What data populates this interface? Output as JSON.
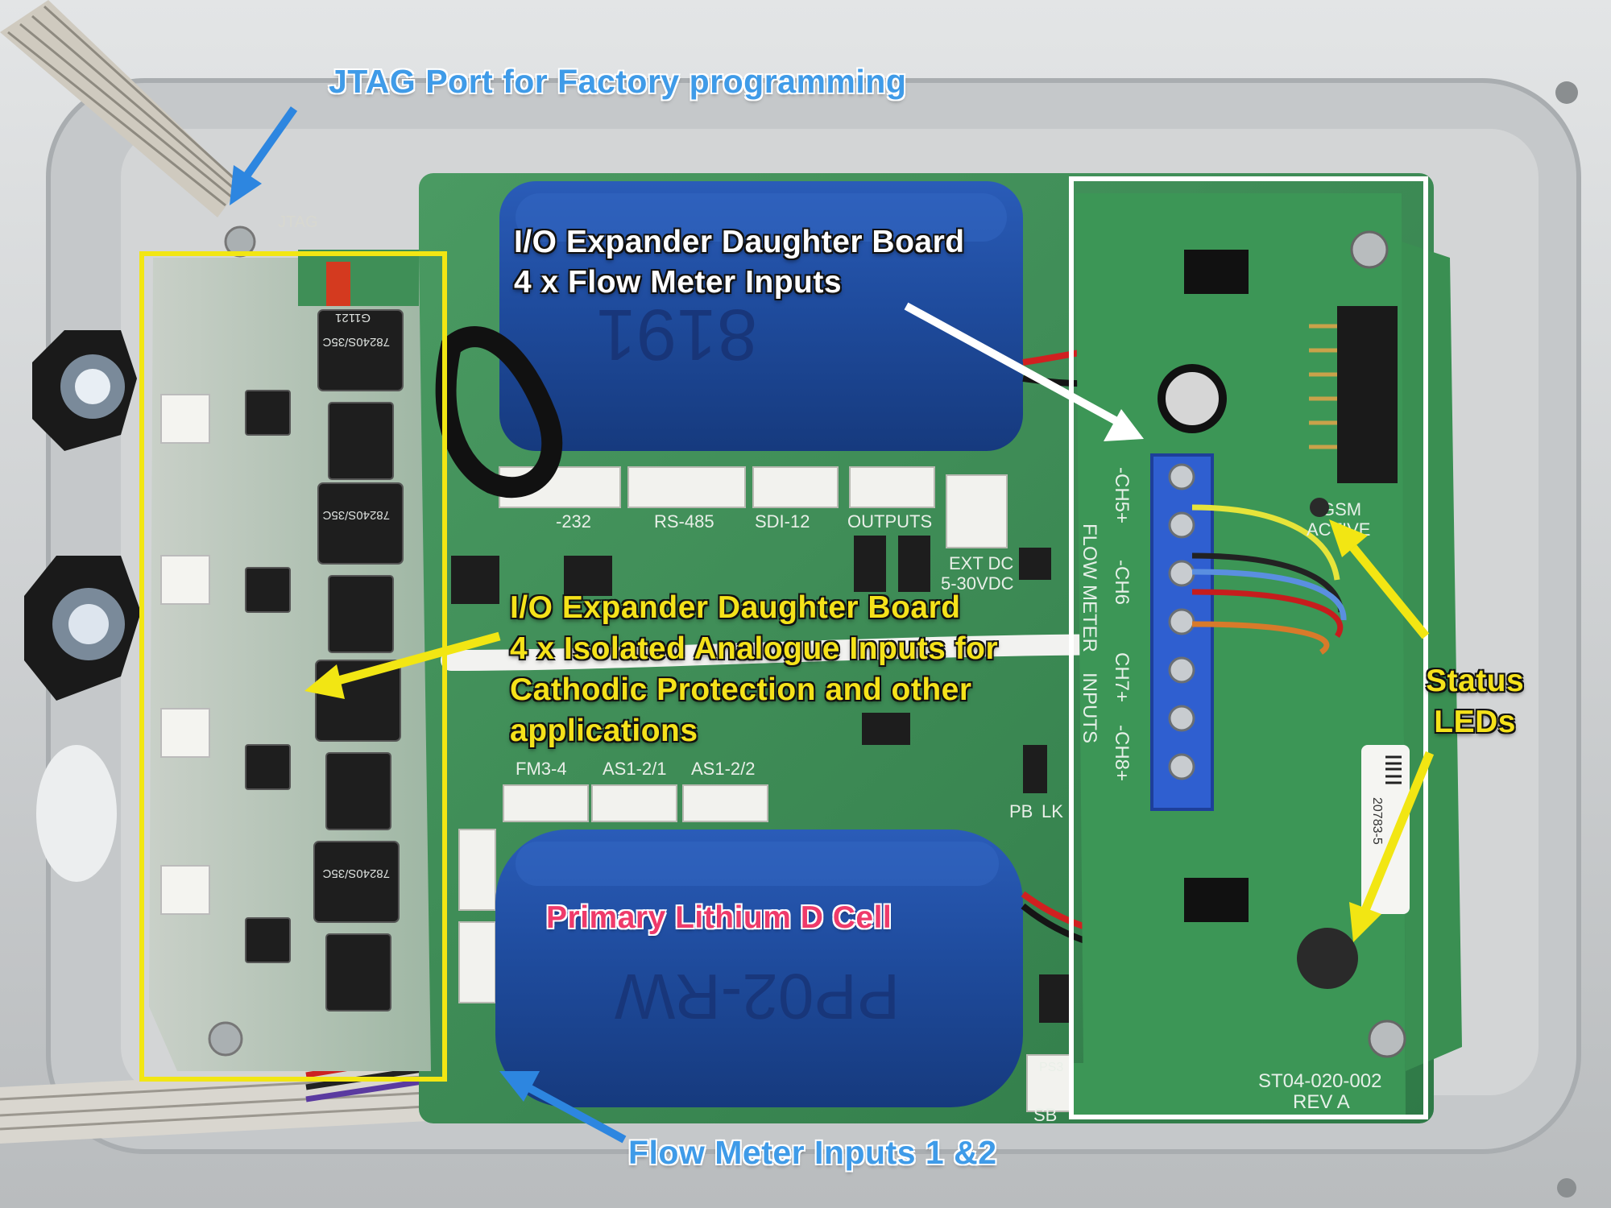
{
  "annotations": {
    "jtag": "JTAG Port for Factory programming",
    "flow_board": {
      "line1": "I/O Expander Daughter Board",
      "line2": "4 x Flow Meter Inputs"
    },
    "analogue_board": {
      "line1": "I/O Expander Daughter Board",
      "line2": "4 x Isolated Analogue Inputs for",
      "line3": "Cathodic Protection and other",
      "line4": "applications"
    },
    "status_leds": {
      "line1": "Status",
      "line2": "LEDs"
    },
    "battery": "Primary Lithium D Cell",
    "flow_inputs": "Flow Meter Inputs 1 &2"
  },
  "silkscreen": {
    "jtag": "JTAG",
    "rs232": "-232",
    "rs485": "RS-485",
    "sdi12": "SDI-12",
    "outputs": "OUTPUTS",
    "ext_dc": "EXT DC",
    "voltage": "5-30VDC",
    "fm34": "FM3-4",
    "as1": "AS1-2/1",
    "as2": "AS1-2/2",
    "pb": "PB",
    "lk": "LK",
    "gsm": "GSM",
    "active": "ACTIVE",
    "flow_meter": "FLOW METER",
    "inputs": "INPUTS",
    "ch5": "-CH5+",
    "ch6": "-CH6",
    "ch7": "CH7+",
    "ch8": "-CH8+",
    "board_id": "ST04-020-002",
    "rev": "REV A",
    "ic_marking": "78240S/35C",
    "ic_code": "G1121",
    "battery_top": "8191",
    "battery_bottom": "PP02-RW",
    "sb": "SB",
    "ps": "PS3",
    "barcode": "20783-5"
  },
  "colors": {
    "pcb_green": "#3f8f57",
    "battery_blue": "#1f4c9e",
    "highlight_yellow": "#f2e613",
    "highlight_white": "#ffffff",
    "arrow_blue": "#2d86e0",
    "terminal_blue": "#2f5fd0"
  }
}
